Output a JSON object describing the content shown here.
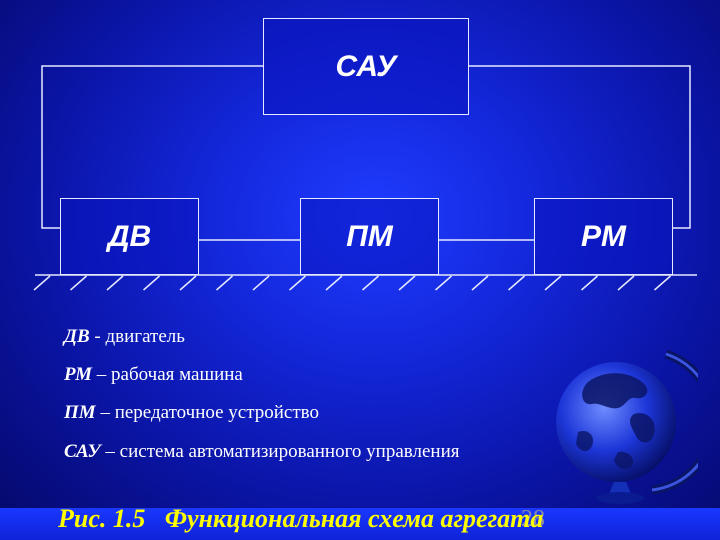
{
  "diagram": {
    "blocks": {
      "sau": "САУ",
      "dv": "ДВ",
      "pm": "ПМ",
      "rm": "РМ"
    }
  },
  "legend": [
    {
      "abbr": "ДВ",
      "sep": " - ",
      "text": "двигатель"
    },
    {
      "abbr": "РМ",
      "sep": " – ",
      "text": "рабочая машина"
    },
    {
      "abbr": "ПМ",
      "sep": " – ",
      "text": "передаточное устройство"
    },
    {
      "abbr": "САУ",
      "sep": " – ",
      "text": "система автоматизированного управления"
    }
  ],
  "caption": "Рис. 1.5   Функциональная схема агрегата",
  "page_number": "28",
  "colors": {
    "caption": "#ffff00",
    "lines": "#e6e9ff"
  },
  "icons": [
    "globe-icon"
  ]
}
